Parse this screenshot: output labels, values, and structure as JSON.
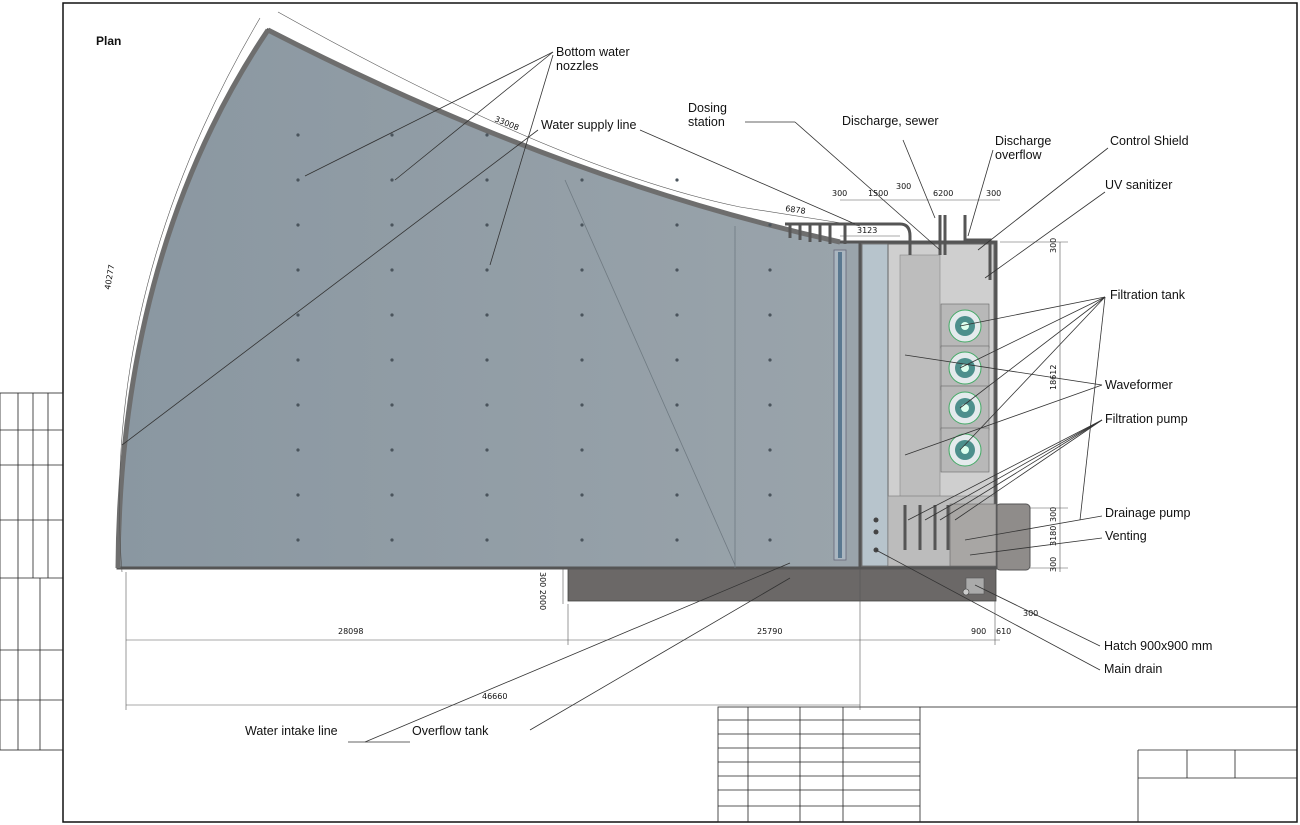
{
  "title": "Plan",
  "labels": {
    "nozzles_1": "Bottom water",
    "nozzles_2": "nozzles",
    "water_supply": "Water supply line",
    "dosing_1": "Dosing",
    "dosing_2": "station",
    "discharge_sewer": "Discharge, sewer",
    "discharge_overflow_1": "Discharge",
    "discharge_overflow_2": "overflow",
    "control_shield": "Control Shield",
    "uv_sanitizer": "UV sanitizer",
    "filtration_tank": "Filtration tank",
    "waveformer": "Waveformer",
    "filtration_pump": "Filtration pump",
    "drainage_pump": "Drainage pump",
    "venting": "Venting",
    "hatch": "Hatch 900x900 mm",
    "main_drain": "Main drain",
    "water_intake": "Water intake line",
    "overflow_tank": "Overflow tank"
  },
  "dimensions": {
    "arc_top": "33008",
    "top_short": "6878",
    "arc_left": "40277",
    "top_300a": "300",
    "top_1500": "1500",
    "top_300b": "300",
    "top_6200": "6200",
    "top_300c": "300",
    "top_3123": "3123",
    "right_300a": "300",
    "right_18612": "18612",
    "right_300b": "300",
    "right_3180": "3180",
    "right_300c": "300",
    "left_300_2000": "300 2000",
    "bottom_28098": "28098",
    "bottom_25790": "25790",
    "bottom_900": "900",
    "bottom_610": "610",
    "bottom_300": "300",
    "bottom_46660": "46660"
  },
  "colors": {
    "pool": "#8d9aa3",
    "machine_room": "#c9c9c9",
    "overflow_tank": "#6b6867"
  }
}
